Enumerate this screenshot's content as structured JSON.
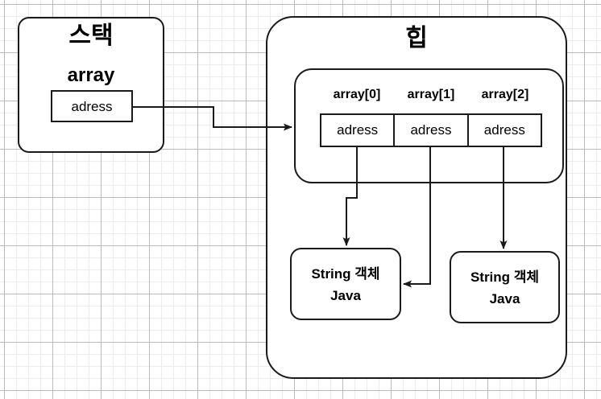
{
  "diagram": {
    "type": "memory-model-diagram",
    "description": "Java String array memory layout: stack reference pointing to heap array of addresses, which point to String objects",
    "stroke_color": "#1a1a1a",
    "background_color": "#ffffff",
    "grid_color": "#ececec"
  },
  "stack": {
    "title": "스택",
    "variable_label": "array",
    "slot_value": "adress"
  },
  "heap": {
    "title": "힙",
    "array": {
      "headers": [
        "array[0]",
        "array[1]",
        "array[2]"
      ],
      "cells": [
        "adress",
        "adress",
        "adress"
      ]
    },
    "objects": [
      {
        "type_label": "String 객체",
        "value": "Java"
      },
      {
        "type_label": "String 객체",
        "value": "Java"
      }
    ]
  },
  "connectors": [
    {
      "name": "stack-to-heap-array",
      "from": "stack.slot",
      "to": "heap.array"
    },
    {
      "name": "array0-to-string-left",
      "from": "array[0]",
      "to": "string-object-left"
    },
    {
      "name": "array1-to-string-left",
      "from": "array[1]",
      "to": "string-object-left"
    },
    {
      "name": "array2-to-string-right",
      "from": "array[2]",
      "to": "string-object-right"
    }
  ]
}
